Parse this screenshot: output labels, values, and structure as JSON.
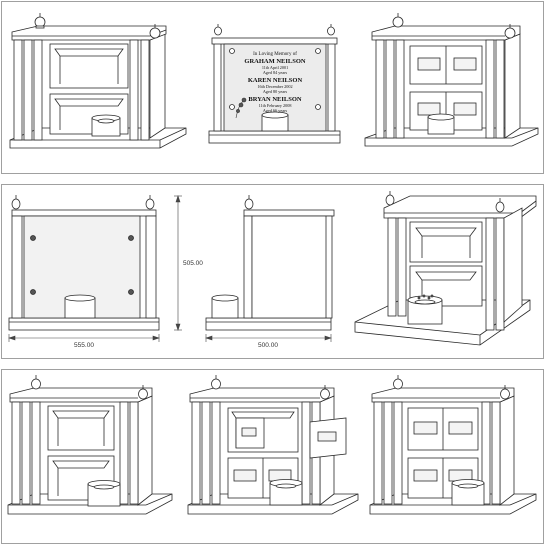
{
  "panels": [
    {
      "row": 1,
      "view": "open-shelves-front-angle"
    },
    {
      "row": 1,
      "view": "glass-plaque-front"
    },
    {
      "row": 1,
      "view": "closed-niches-angle"
    },
    {
      "row": 2,
      "view": "front-elevation"
    },
    {
      "row": 2,
      "view": "side-elevation"
    },
    {
      "row": 2,
      "view": "perspective-open"
    },
    {
      "row": 3,
      "view": "open-shelves-angle"
    },
    {
      "row": 3,
      "view": "doors-opening-angle"
    },
    {
      "row": 3,
      "view": "closed-niches-angle"
    }
  ],
  "plaque": {
    "line1": "In Loving Memory of",
    "name1": "GRAHAM NEILSON",
    "date1": "11th April 2001",
    "age1": "Aged 84 years",
    "name2": "KAREN NEILSON",
    "date2": "16th December 2002",
    "age2": "Aged 80 years",
    "name3": "BRYAN NEILSON",
    "date3": "11th February 2008",
    "age3": "Aged 66 years"
  },
  "dimensions": {
    "height_label": "505.00",
    "width_label": "555.00",
    "depth_label": "500.00"
  },
  "colors": {
    "line": "#2a2a2a",
    "panel_border": "#9a9a9a",
    "glass": "#e8e8e8",
    "background": "#ffffff"
  }
}
